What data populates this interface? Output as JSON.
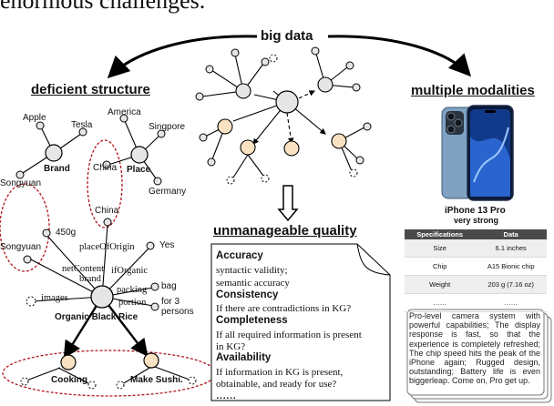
{
  "top_text": "enormous challenges.",
  "center_title": "big data",
  "sections": {
    "left": "deficient structure",
    "middle": "unmanageable quality",
    "right": "multiple modalities"
  },
  "kg": {
    "nodes": {
      "apple": "Apple",
      "tesla": "Tesla",
      "brand": "Brand",
      "america": "America",
      "singpore": "Singpore",
      "china_top": "China",
      "place": "Place",
      "germany": "Germany",
      "songyuan_top": "Songyuan",
      "china_mid": "China",
      "songyuan_bottom": "Songyuan",
      "g450": "450g",
      "yes": "Yes",
      "bag": "bag",
      "persons": "for 3\npersons",
      "rice": "Organic Black Rice",
      "cooking": "Cooking",
      "sushi": "Make Sushi."
    },
    "edges": {
      "placeOfOrigin": "placeOfOrigin",
      "netContent": "netContent",
      "brand": "brand",
      "ifOrganic": "ifOrganic",
      "packing": "packing",
      "portion": "portion",
      "images": "images"
    }
  },
  "quality": {
    "items": [
      {
        "heading": "Accuracy",
        "lines": [
          "syntactic validity;",
          "semantic accuracy"
        ]
      },
      {
        "heading": "Consistency",
        "lines": [
          "If there are contradictions in KG?"
        ]
      },
      {
        "heading": "Completeness",
        "lines": [
          "If all required information is present",
          "in KG?"
        ]
      },
      {
        "heading": "Availability",
        "lines": [
          "If information in KG is present,",
          "obtainable, and ready for use?"
        ]
      }
    ],
    "ellipsis": "……"
  },
  "phone": {
    "name": "iPhone 13 Pro",
    "subtitle": "very strong"
  },
  "spec_table": {
    "headers": [
      "Specifications",
      "Data"
    ],
    "rows": [
      [
        "Size",
        "6.1 inches"
      ],
      [
        "Chip",
        "A15 Bionic chip"
      ],
      [
        "Weight",
        "203 g (7.16 oz)"
      ],
      [
        "……",
        "……"
      ]
    ]
  },
  "description": "Pro-level camera system with powerful capabilities; The display response is fast, so that the experience is completely refreshed; The chip speed hits the peak of the iPhone again; Rugged design, outstanding; Battery life is even biggerleap. Come on, Pro get up.",
  "colors": {
    "node_gray": "#e6e6e6",
    "node_peach": "#f8e2c2",
    "dashed_red": "#b0161f",
    "phone_blue": "#7fa2c2"
  }
}
